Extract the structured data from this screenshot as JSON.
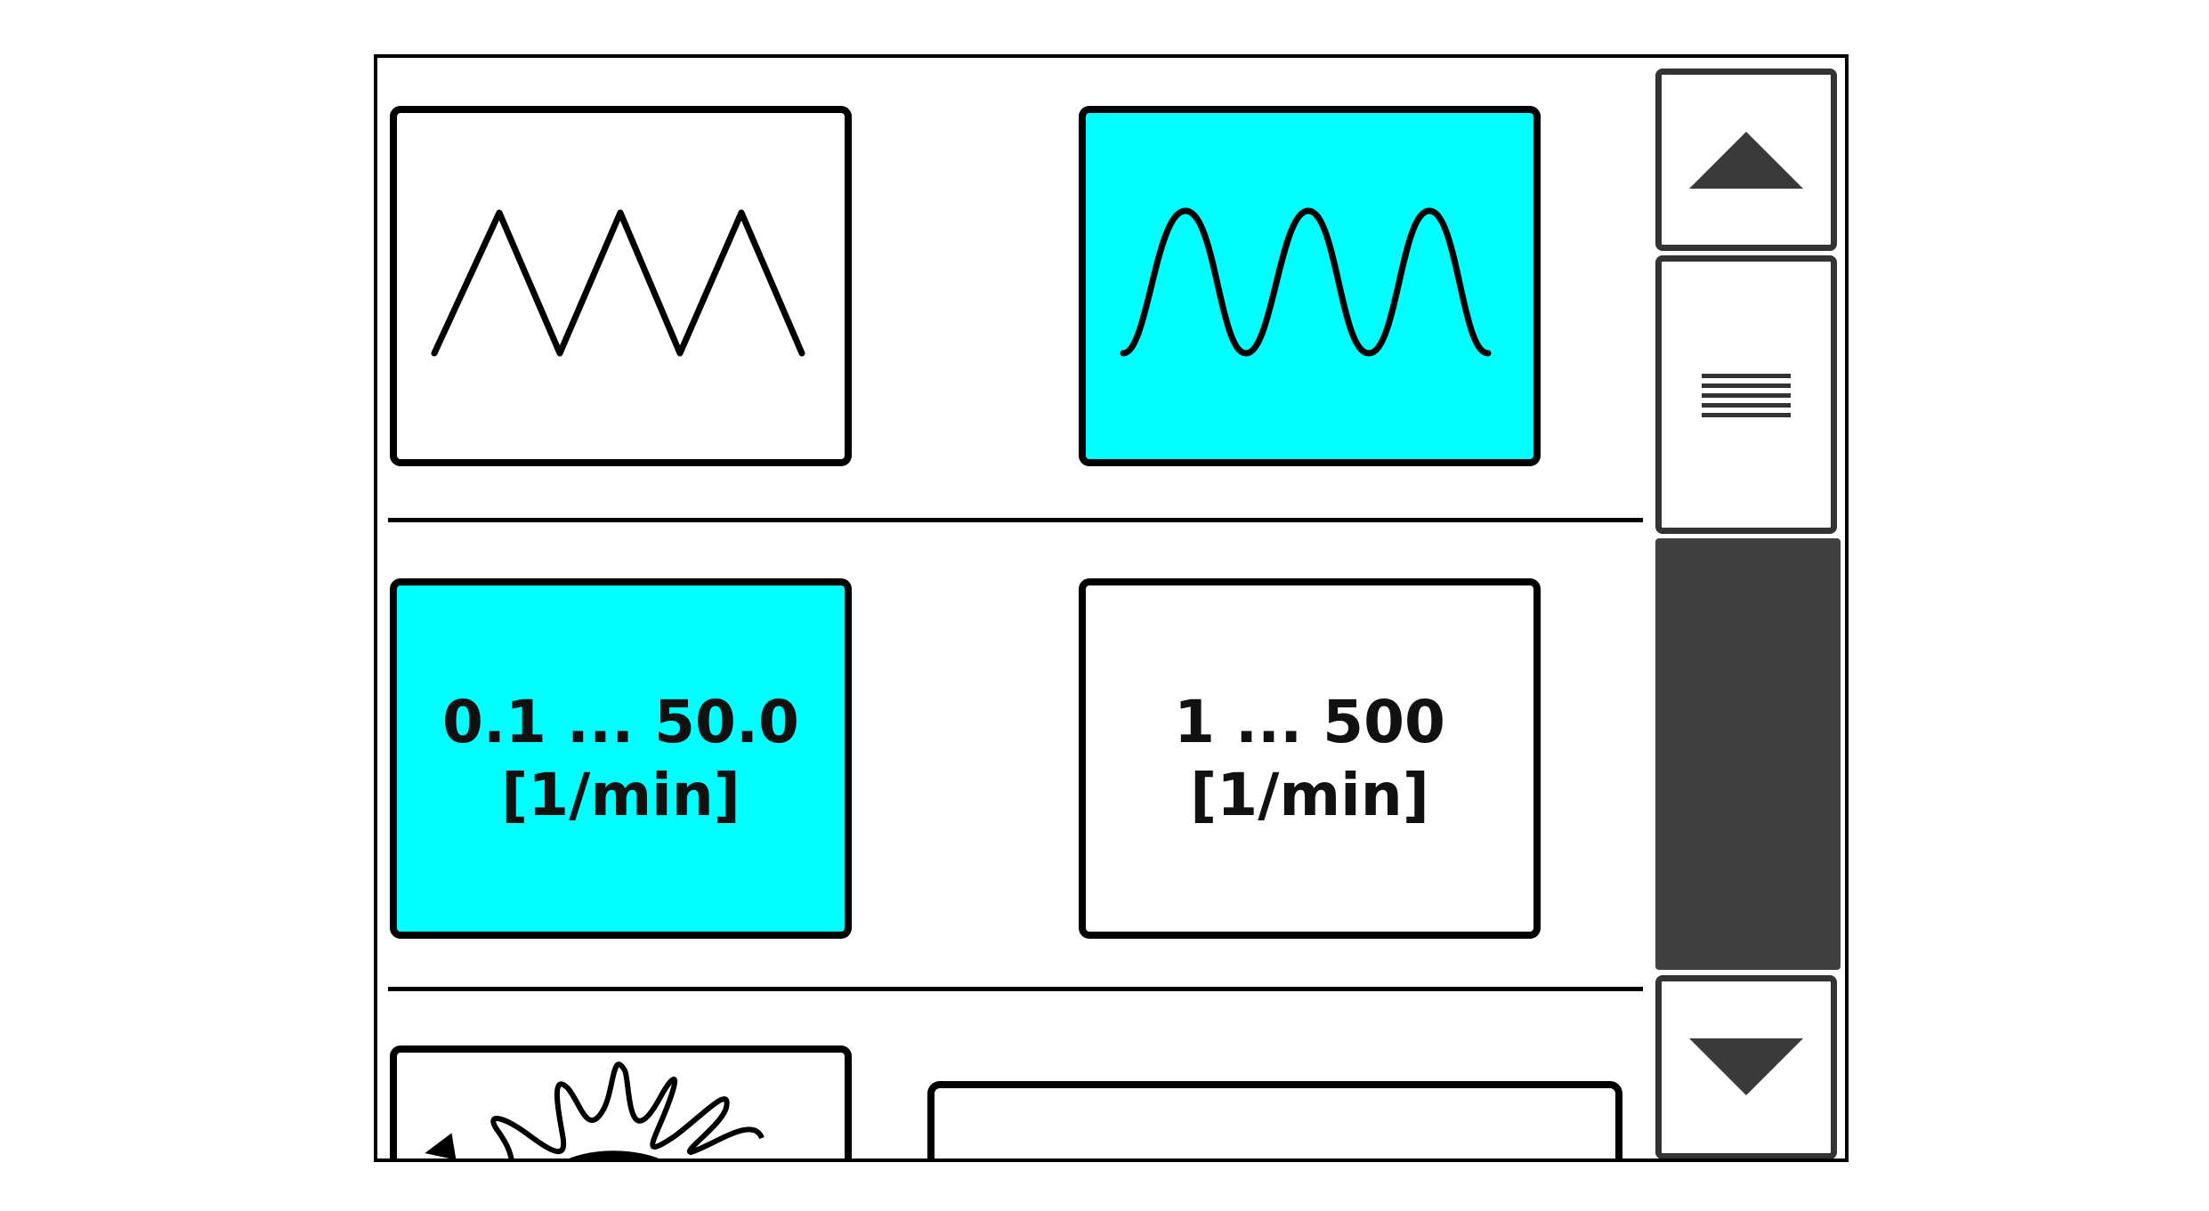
{
  "waveform_options": [
    {
      "name": "triangle",
      "icon": "triangle-wave-icon",
      "selected": false
    },
    {
      "name": "sine",
      "icon": "sine-wave-icon",
      "selected": true
    }
  ],
  "speed_ranges": [
    {
      "range": "0.1 ... 50.0",
      "unit": "[1/min]",
      "selected": true
    },
    {
      "range": "1 ... 500",
      "unit": "[1/min]",
      "selected": false
    }
  ],
  "partial_row": [
    {
      "icon": "sun-rotation-icon"
    },
    {
      "icon": "blank-button"
    }
  ],
  "scrollbar": {
    "up_icon": "arrow-up-icon",
    "handle_icon": "grip-lines-icon",
    "down_icon": "arrow-down-icon",
    "thumb_color": "#404040"
  },
  "colors": {
    "selected": "#00ffff",
    "border": "#000000"
  }
}
